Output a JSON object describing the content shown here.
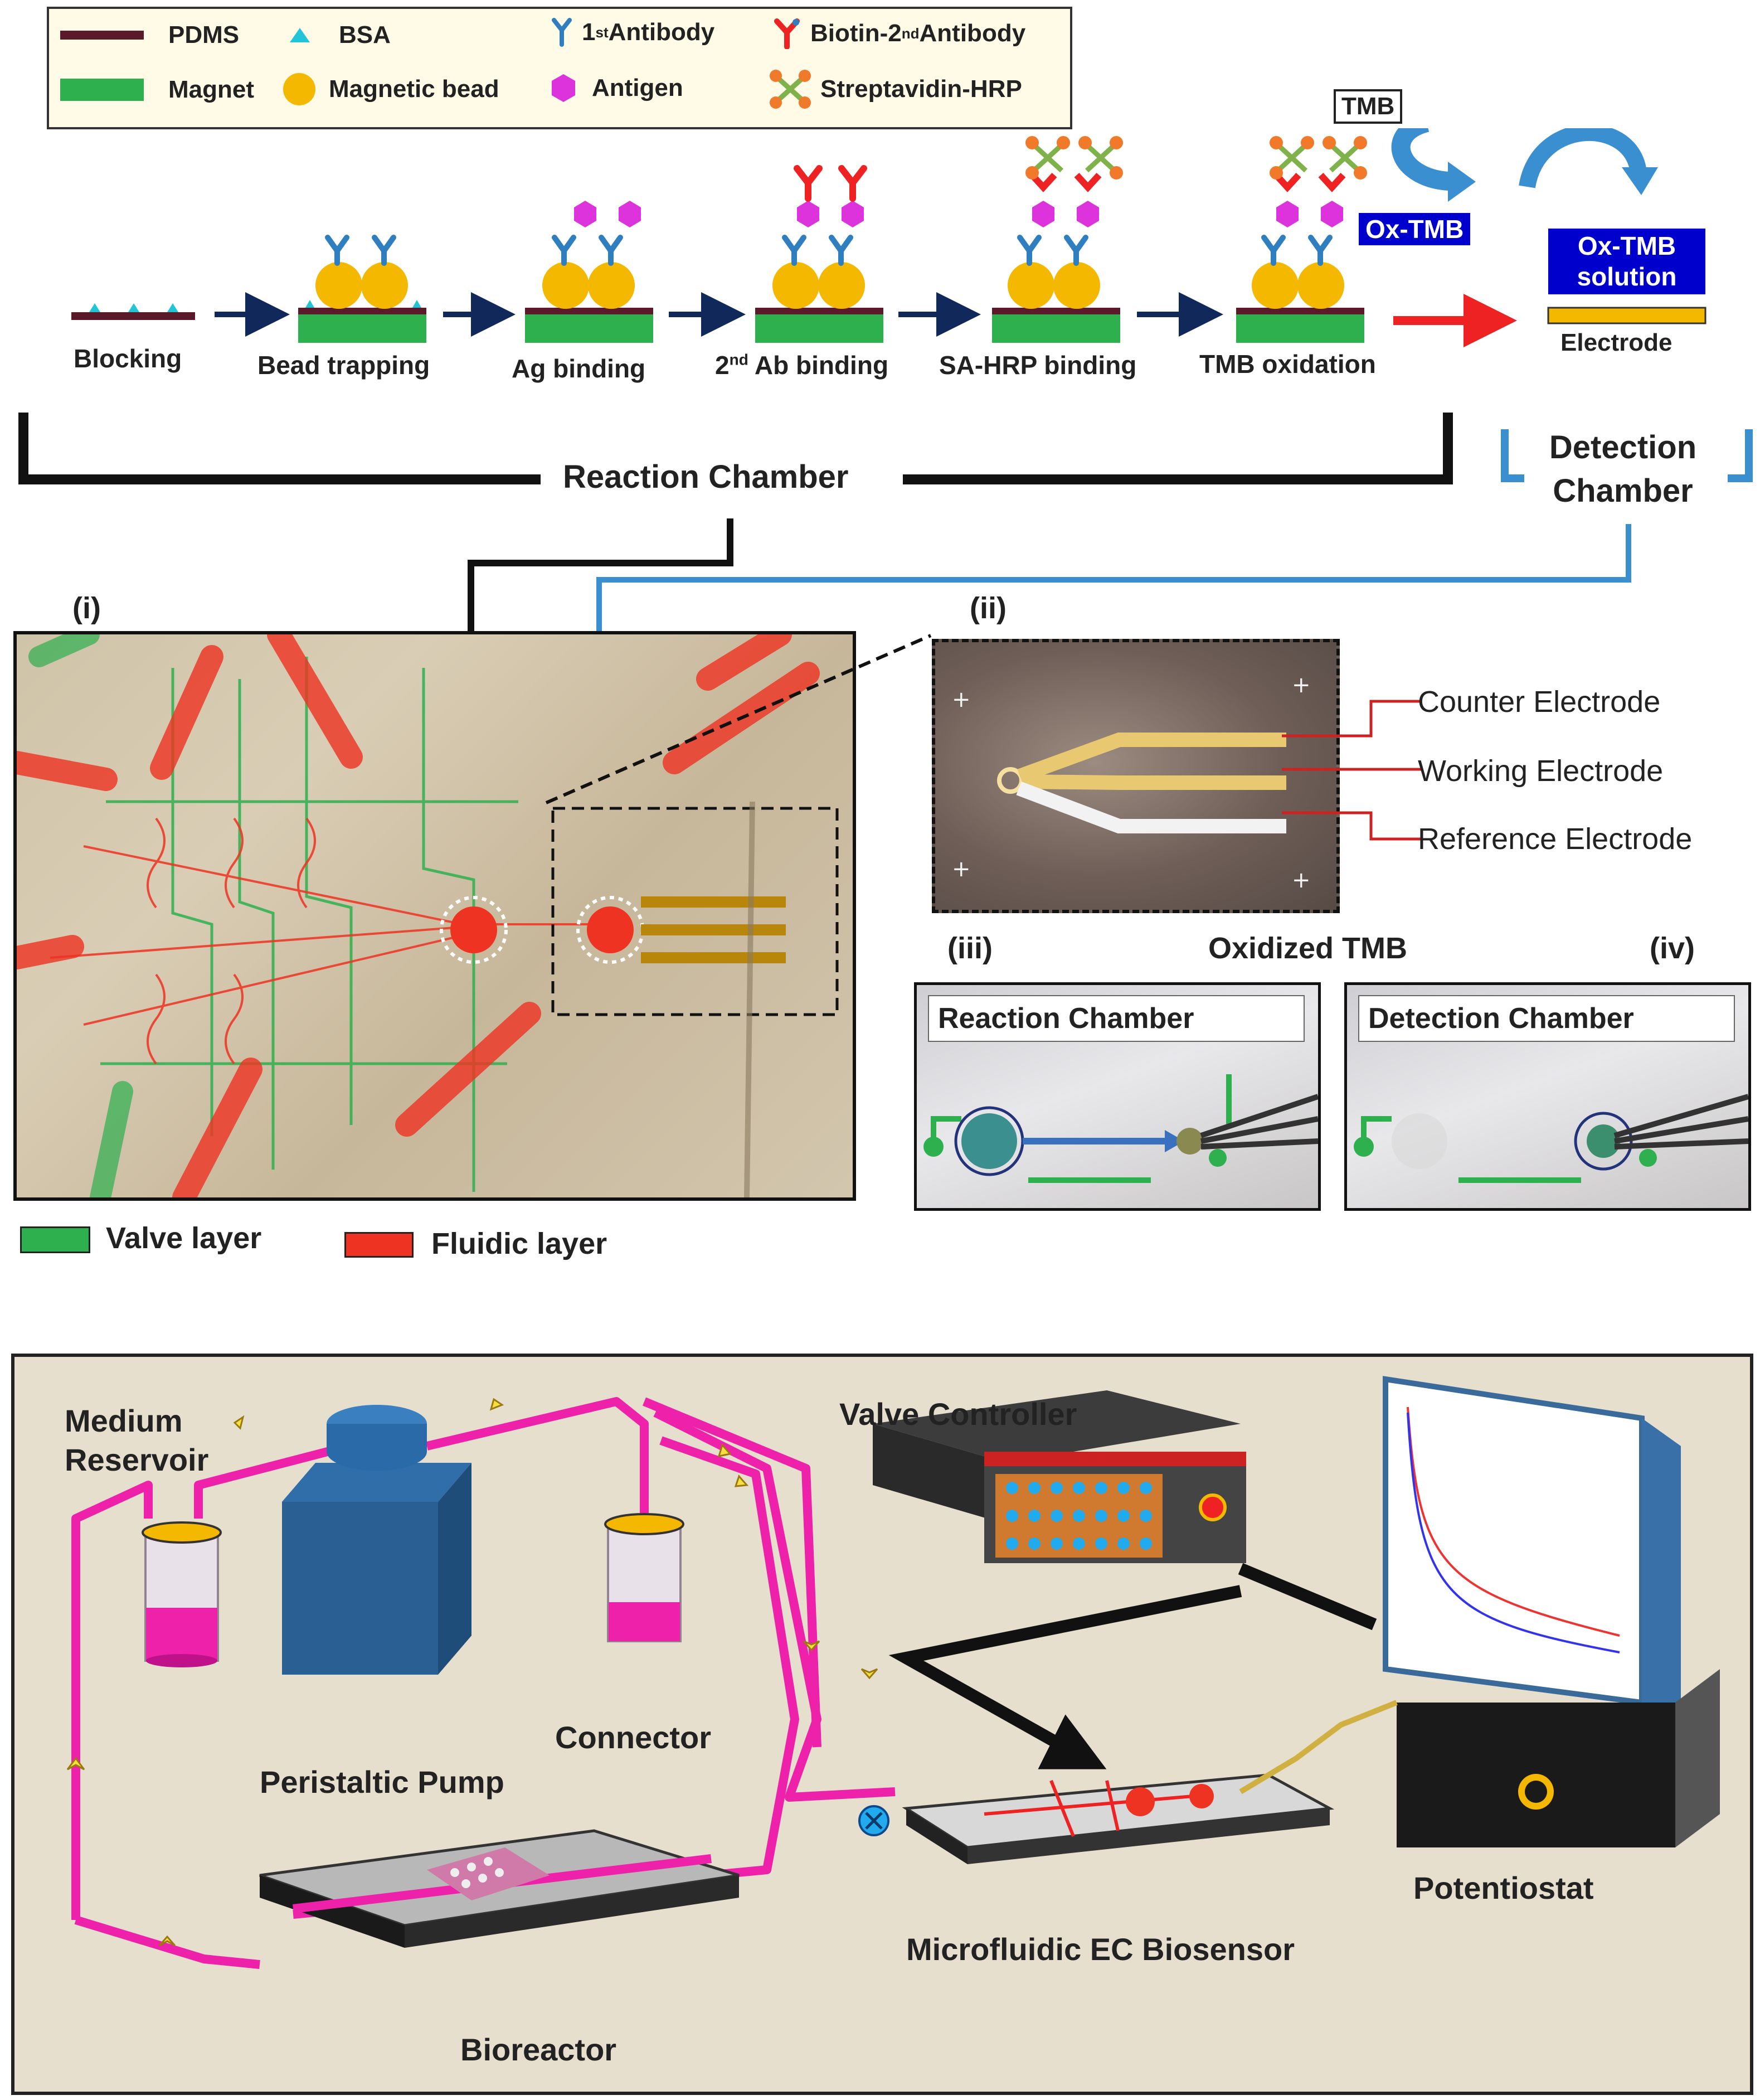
{
  "legend": {
    "items": [
      {
        "label": "PDMS",
        "icon": "pdms-bar"
      },
      {
        "label": "BSA",
        "icon": "bsa-triangle"
      },
      {
        "label": "1",
        "sup": "st",
        "suffix": " Antibody",
        "icon": "first-antibody-icon"
      },
      {
        "label": "Biotin-2",
        "sup": "nd",
        "suffix": " Antibody",
        "icon": "biotin-antibody-icon"
      },
      {
        "label": "Magnet",
        "icon": "magnet-bar"
      },
      {
        "label": "Magnetic bead",
        "icon": "bead-circle"
      },
      {
        "label": "Antigen",
        "icon": "antigen-hexagon"
      },
      {
        "label": "Streptavidin-HRP",
        "icon": "streptavidin-hrp-icon"
      }
    ]
  },
  "process": {
    "steps": [
      {
        "label": "Blocking"
      },
      {
        "label": "Bead trapping"
      },
      {
        "label": "Ag binding"
      },
      {
        "label": "2",
        "sup": "nd",
        "suffix": " Ab binding"
      },
      {
        "label": "SA-HRP binding"
      },
      {
        "label": "TMB oxidation"
      }
    ],
    "tmb": "TMB",
    "ox_tmb": "Ox-TMB",
    "ox_tmb_solution_1": "Ox-TMB",
    "ox_tmb_solution_2": "solution",
    "electrode": "Electrode"
  },
  "chambers": {
    "reaction": "Reaction Chamber",
    "detection_1": "Detection",
    "detection_2": "Chamber"
  },
  "panels": {
    "i": "(i)",
    "ii": "(ii)",
    "iii": "(iii)",
    "iv": "(iv)",
    "oxidized_tmb": "Oxidized TMB",
    "electrodes": [
      "Counter Electrode",
      "Working Electrode",
      "Reference Electrode"
    ],
    "reaction_chamber": "Reaction Chamber",
    "detection_chamber": "Detection Chamber"
  },
  "layers": {
    "valve": "Valve layer",
    "fluidic": "Fluidic layer",
    "valve_color": "#2eb04f",
    "fluidic_color": "#ee3322"
  },
  "system": {
    "medium_reservoir_1": "Medium",
    "medium_reservoir_2": "Reservoir",
    "peristaltic_pump": "Peristaltic Pump",
    "connector": "Connector",
    "valve_controller": "Valve Controller",
    "potentiostat": "Potentiostat",
    "biosensor": "Microfluidic EC Biosensor",
    "bioreactor": "Bioreactor"
  },
  "colors": {
    "tube": "#ee22aa",
    "navy_arrow": "#10285a",
    "red_arrow": "#ee2222",
    "blue_arrow": "#3a8fd0",
    "blue_box": "#0000cc",
    "magnet": "#2eb04f",
    "pdms": "#5a1a2a",
    "bead": "#f5b800",
    "antigen": "#dd33dd"
  }
}
